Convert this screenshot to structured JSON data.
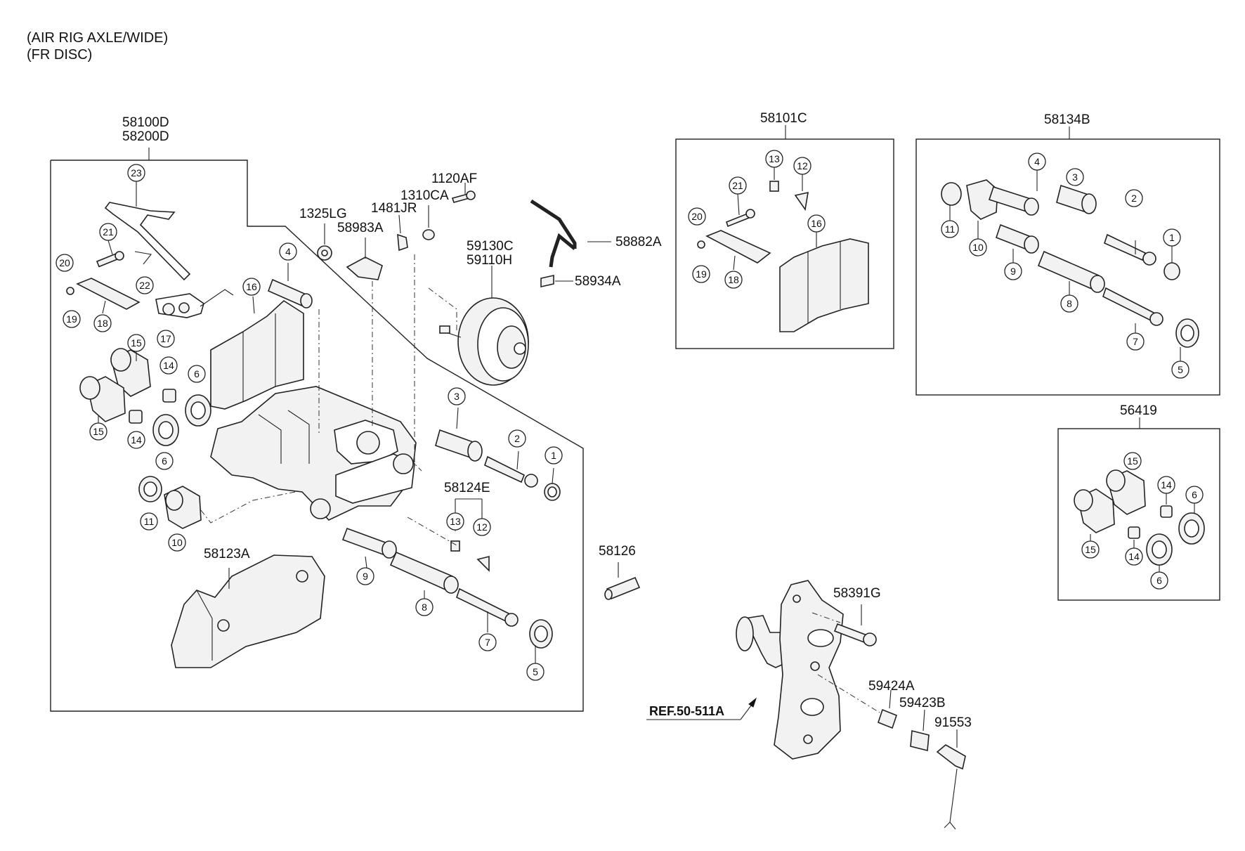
{
  "header": {
    "line1": "(AIR RIG AXLE/WIDE)",
    "line2": "(FR DISC)"
  },
  "main_assembly": {
    "part1": "58100D",
    "part2": "58200D"
  },
  "boxes": {
    "pad_kit": "58101C",
    "guide_kit": "58134B",
    "boot_kit": "56419"
  },
  "labels": {
    "bolt_1120af": "1120AF",
    "nut_1310ca": "1310CA",
    "nut_1325lg": "1325LG",
    "clip_1481jr": "1481JR",
    "bracket_58983a": "58983A",
    "chamber_a": "59130C",
    "chamber_b": "59110H",
    "hose_58882a": "58882A",
    "fitting_58934a": "58934A",
    "sensor_kit_58124e": "58124E",
    "carrier_58123a": "58123A",
    "plug_58126": "58126",
    "bolt_58391g": "58391G",
    "pin_59424a": "59424A",
    "bush_59423b": "59423B",
    "sensor_91553": "91553",
    "ref": "REF.50-511A"
  },
  "callouts": {
    "n1": "1",
    "n2": "2",
    "n3": "3",
    "n4": "4",
    "n5": "5",
    "n6": "6",
    "n7": "7",
    "n8": "8",
    "n9": "9",
    "n10": "10",
    "n11": "11",
    "n12": "12",
    "n13": "13",
    "n14": "14",
    "n15": "15",
    "n16": "16",
    "n17": "17",
    "n18": "18",
    "n19": "19",
    "n20": "20",
    "n21": "21",
    "n22": "22",
    "n23": "23"
  }
}
